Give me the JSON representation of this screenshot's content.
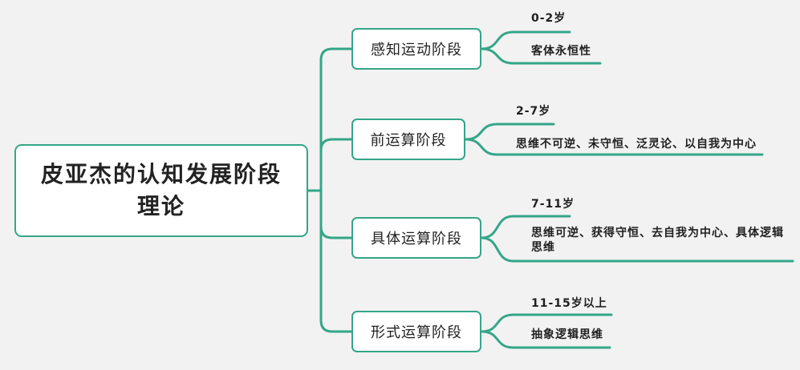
{
  "root": {
    "title": "皮亚杰的认知发展阶段理论"
  },
  "stages": [
    {
      "label": "感知运动阶段",
      "age": "0-2岁",
      "feature": "客体永恒性"
    },
    {
      "label": "前运算阶段",
      "age": "2-7岁",
      "feature": "思维不可逆、未守恒、泛灵论、以自我为中心"
    },
    {
      "label": "具体运算阶段",
      "age": "7-11岁",
      "feature": "思维可逆、获得守恒、去自我为中心、具体逻辑思维"
    },
    {
      "label": "形式运算阶段",
      "age": "11-15岁以上",
      "feature": "抽象逻辑思维"
    }
  ],
  "colors": {
    "accent": "#34a688",
    "background": "#f2f2f2",
    "text": "#222222"
  }
}
